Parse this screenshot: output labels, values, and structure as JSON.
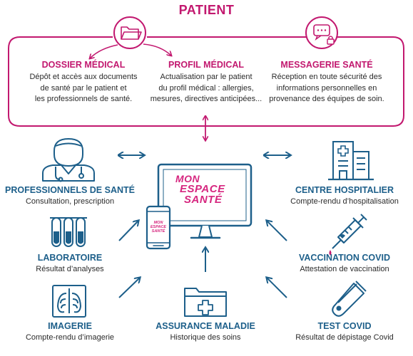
{
  "title": "PATIENT",
  "patient_sections": [
    {
      "heading": "DOSSIER MÉDICAL",
      "lines": [
        "Dépôt et accès aux documents",
        "de santé par le patient et",
        "les professionnels de santé."
      ]
    },
    {
      "heading": "PROFIL MÉDICAL",
      "lines": [
        "Actualisation par le patient",
        "du profil médical : allergies,",
        "mesures, directives anticipées..."
      ]
    },
    {
      "heading": "MESSAGERIE SANTÉ",
      "lines": [
        "Réception en toute sécurité des",
        "informations personnelles en",
        "provenance des équipes de soin."
      ]
    }
  ],
  "logo": {
    "line1": "MON",
    "line2": "ESPACE",
    "line3": "SANTÉ"
  },
  "nodes": {
    "professionnels": {
      "heading": "PROFESSIONNELS DE SANTÉ",
      "text": "Consultation, prescription",
      "icon": "doctor-icon"
    },
    "laboratoire": {
      "heading": "LABORATOIRE",
      "text": "Résultat d’analyses",
      "icon": "test-tubes-icon"
    },
    "imagerie": {
      "heading": "IMAGERIE",
      "text": "Compte-rendu d’imagerie",
      "icon": "xray-icon"
    },
    "assurance": {
      "heading": "ASSURANCE MALADIE",
      "text": "Historique des soins",
      "icon": "medical-folder-icon"
    },
    "centre": {
      "heading": "CENTRE HOSPITALIER",
      "text": "Compte-rendu d’hospitalisation",
      "icon": "hospital-icon"
    },
    "vaccination": {
      "heading": "VACCINATION COVID",
      "text": "Attestation de vaccination",
      "icon": "syringe-icon"
    },
    "test": {
      "heading": "TEST COVID",
      "text": "Résultat de dépistage Covid",
      "icon": "swab-tube-icon"
    }
  },
  "colors": {
    "pink": "#c2186f",
    "blue": "#1d5f8a",
    "text": "#2b2b2b"
  }
}
